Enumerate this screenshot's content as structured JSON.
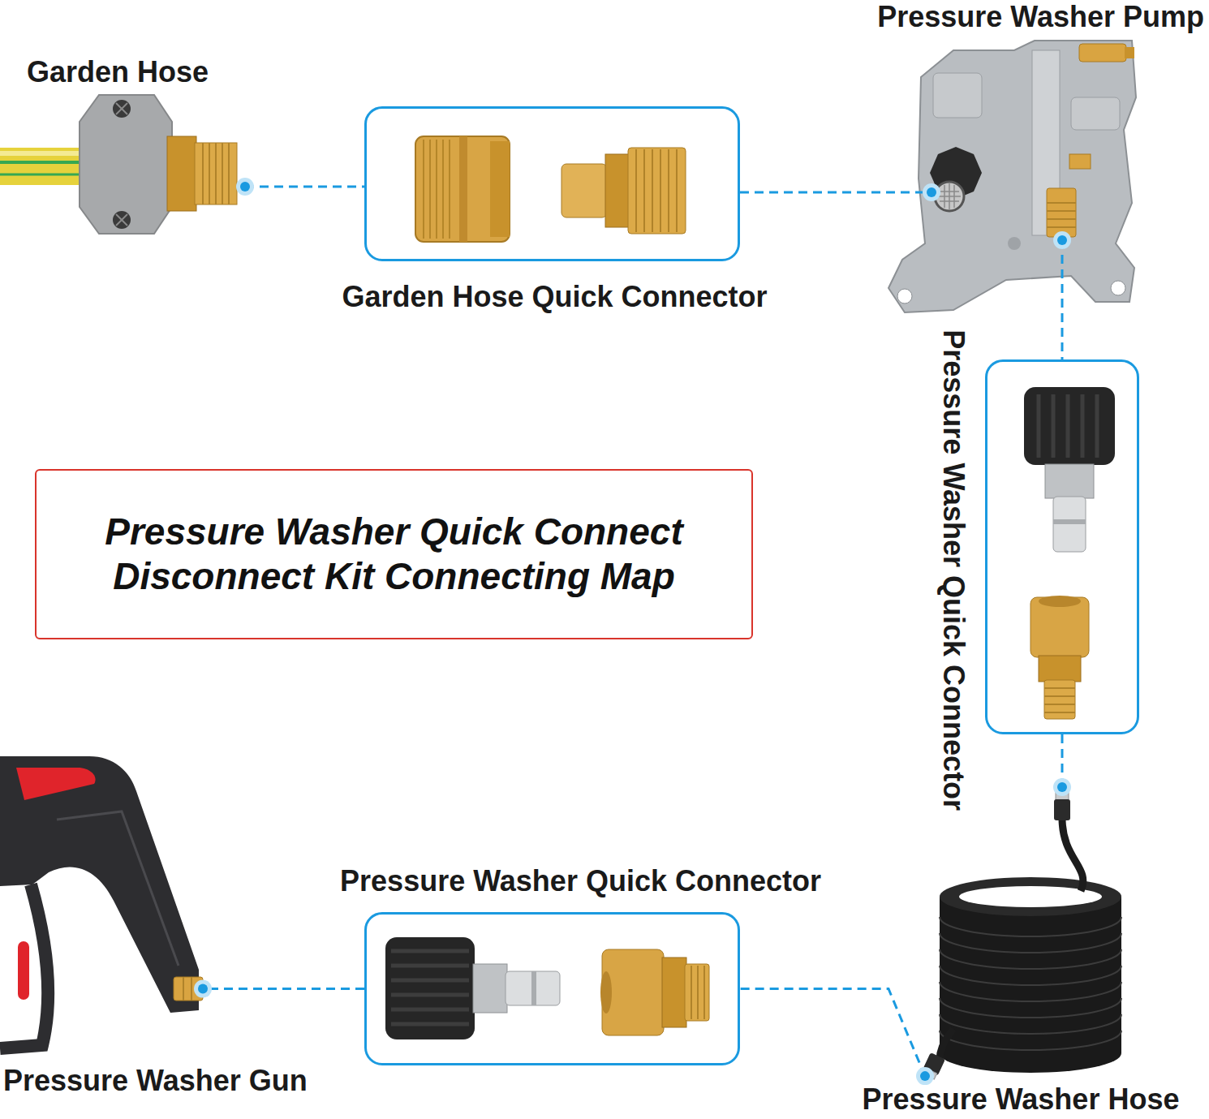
{
  "diagram": {
    "title": "Pressure Washer Quick Connect Disconnect Kit Connecting Map",
    "nodes": [
      {
        "text": [
          "Garden Hose"
        ]
      },
      {
        "text": [
          "Garden Hose Quick Connector"
        ]
      },
      {
        "text": [
          "Pressure Washer Pump"
        ]
      },
      {
        "text": [
          "Pressure Washer Quick Connector"
        ]
      },
      {
        "text": [
          "Pressure Washer Hose"
        ]
      },
      {
        "text": [
          "Pressure Washer Quick Connector"
        ]
      },
      {
        "text": [
          "Pressure Washer Gun"
        ]
      }
    ],
    "edges": [
      {
        "from": 0,
        "to": 1,
        "arrow": "none"
      },
      {
        "from": 1,
        "to": 2,
        "arrow": "none"
      },
      {
        "from": 2,
        "to": 3,
        "arrow": "none"
      },
      {
        "from": 3,
        "to": 4,
        "arrow": "none"
      },
      {
        "from": 4,
        "to": 5,
        "arrow": "none"
      },
      {
        "from": 5,
        "to": 6,
        "arrow": "none"
      }
    ]
  }
}
